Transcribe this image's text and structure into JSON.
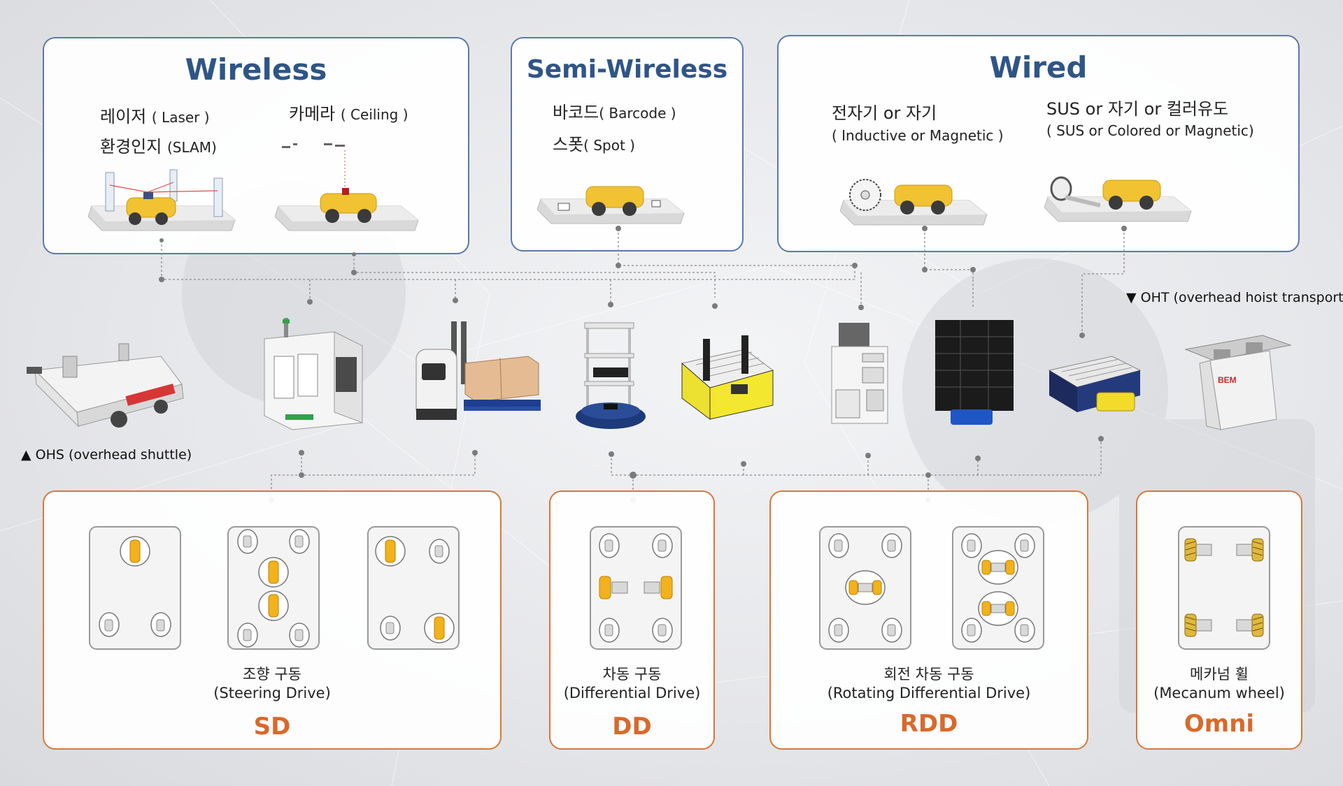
{
  "colors": {
    "blue_border": "#5b79a8",
    "blue_title": "#2f5587",
    "orange_border": "#d9773a",
    "orange_title": "#d9692a",
    "wheel_yellow": "#f2b21b",
    "cart_yellow": "#f1c232"
  },
  "navigation": {
    "wireless": {
      "title": "Wireless",
      "items": [
        {
          "ko": "레이저",
          "en": "( Laser )"
        },
        {
          "ko": "환경인지",
          "en": "(SLAM)"
        },
        {
          "ko": "카메라",
          "en": "( Ceiling )"
        }
      ]
    },
    "semi_wireless": {
      "title": "Semi-Wireless",
      "items": [
        {
          "ko": "바코드",
          "en": "( Barcode )"
        },
        {
          "ko": "스폿",
          "en": "( Spot )"
        }
      ]
    },
    "wired": {
      "title": "Wired",
      "items": [
        {
          "ko": "전자기 or 자기",
          "en": "( Inductive or Magnetic )"
        },
        {
          "ko": "SUS or 자기 or 컬러유도",
          "en": "( SUS or Colored or Magnetic)"
        }
      ]
    }
  },
  "notes": {
    "oht": "▼ OHT (overhead hoist transport)",
    "ohs": "▲ OHS (overhead shuttle)"
  },
  "vehicle_icons": [
    "overhead-shuttle",
    "enclosed-agv",
    "forklift-agv",
    "tower-amr",
    "conveyor-agv",
    "cabinet-agv",
    "rack-amr",
    "roller-agv",
    "overhead-hoist"
  ],
  "drives": {
    "sd": {
      "ko": "조향 구동",
      "en": "(Steering Drive)",
      "abbr": "SD"
    },
    "dd": {
      "ko": "차동 구동",
      "en": "(Differential Drive)",
      "abbr": "DD"
    },
    "rdd": {
      "ko": "회전 차동 구동",
      "en": "(Rotating Differential Drive)",
      "abbr": "RDD"
    },
    "omni": {
      "ko": "메카넘 휠",
      "en": "(Mecanum wheel)",
      "abbr": "Omni"
    }
  },
  "brand": "BEM"
}
